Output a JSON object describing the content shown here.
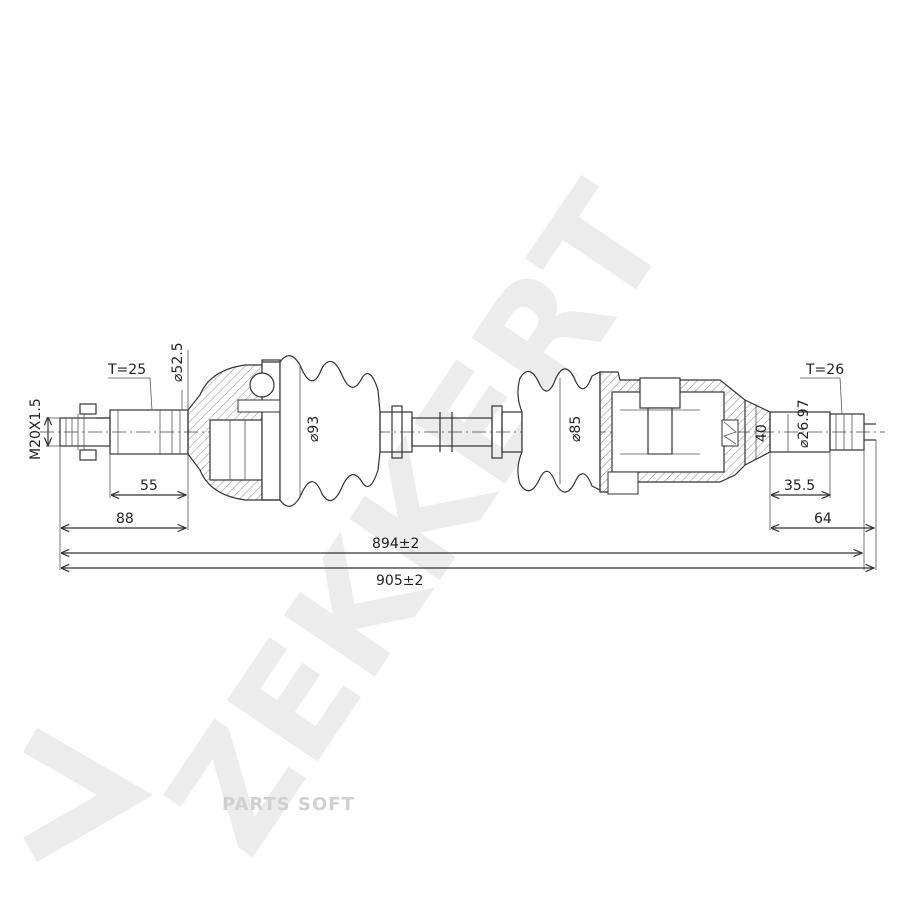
{
  "watermark": {
    "text": "ZEKKERT",
    "brand_logo": "PARTS SOFT"
  },
  "dimensions": {
    "thread": "M20X1.5",
    "t_left": "T=25",
    "dia_left_stub": "⌀52.5",
    "dia_boot_left": "⌀93",
    "len_55": "55",
    "len_88": "88",
    "len_894": "894±2",
    "len_905": "905±2",
    "dia_boot_right": "⌀85",
    "t_right": "T=26",
    "dia_40": "40",
    "dia_26_97": "⌀26.97",
    "len_35_5": "35.5",
    "len_64": "64"
  }
}
